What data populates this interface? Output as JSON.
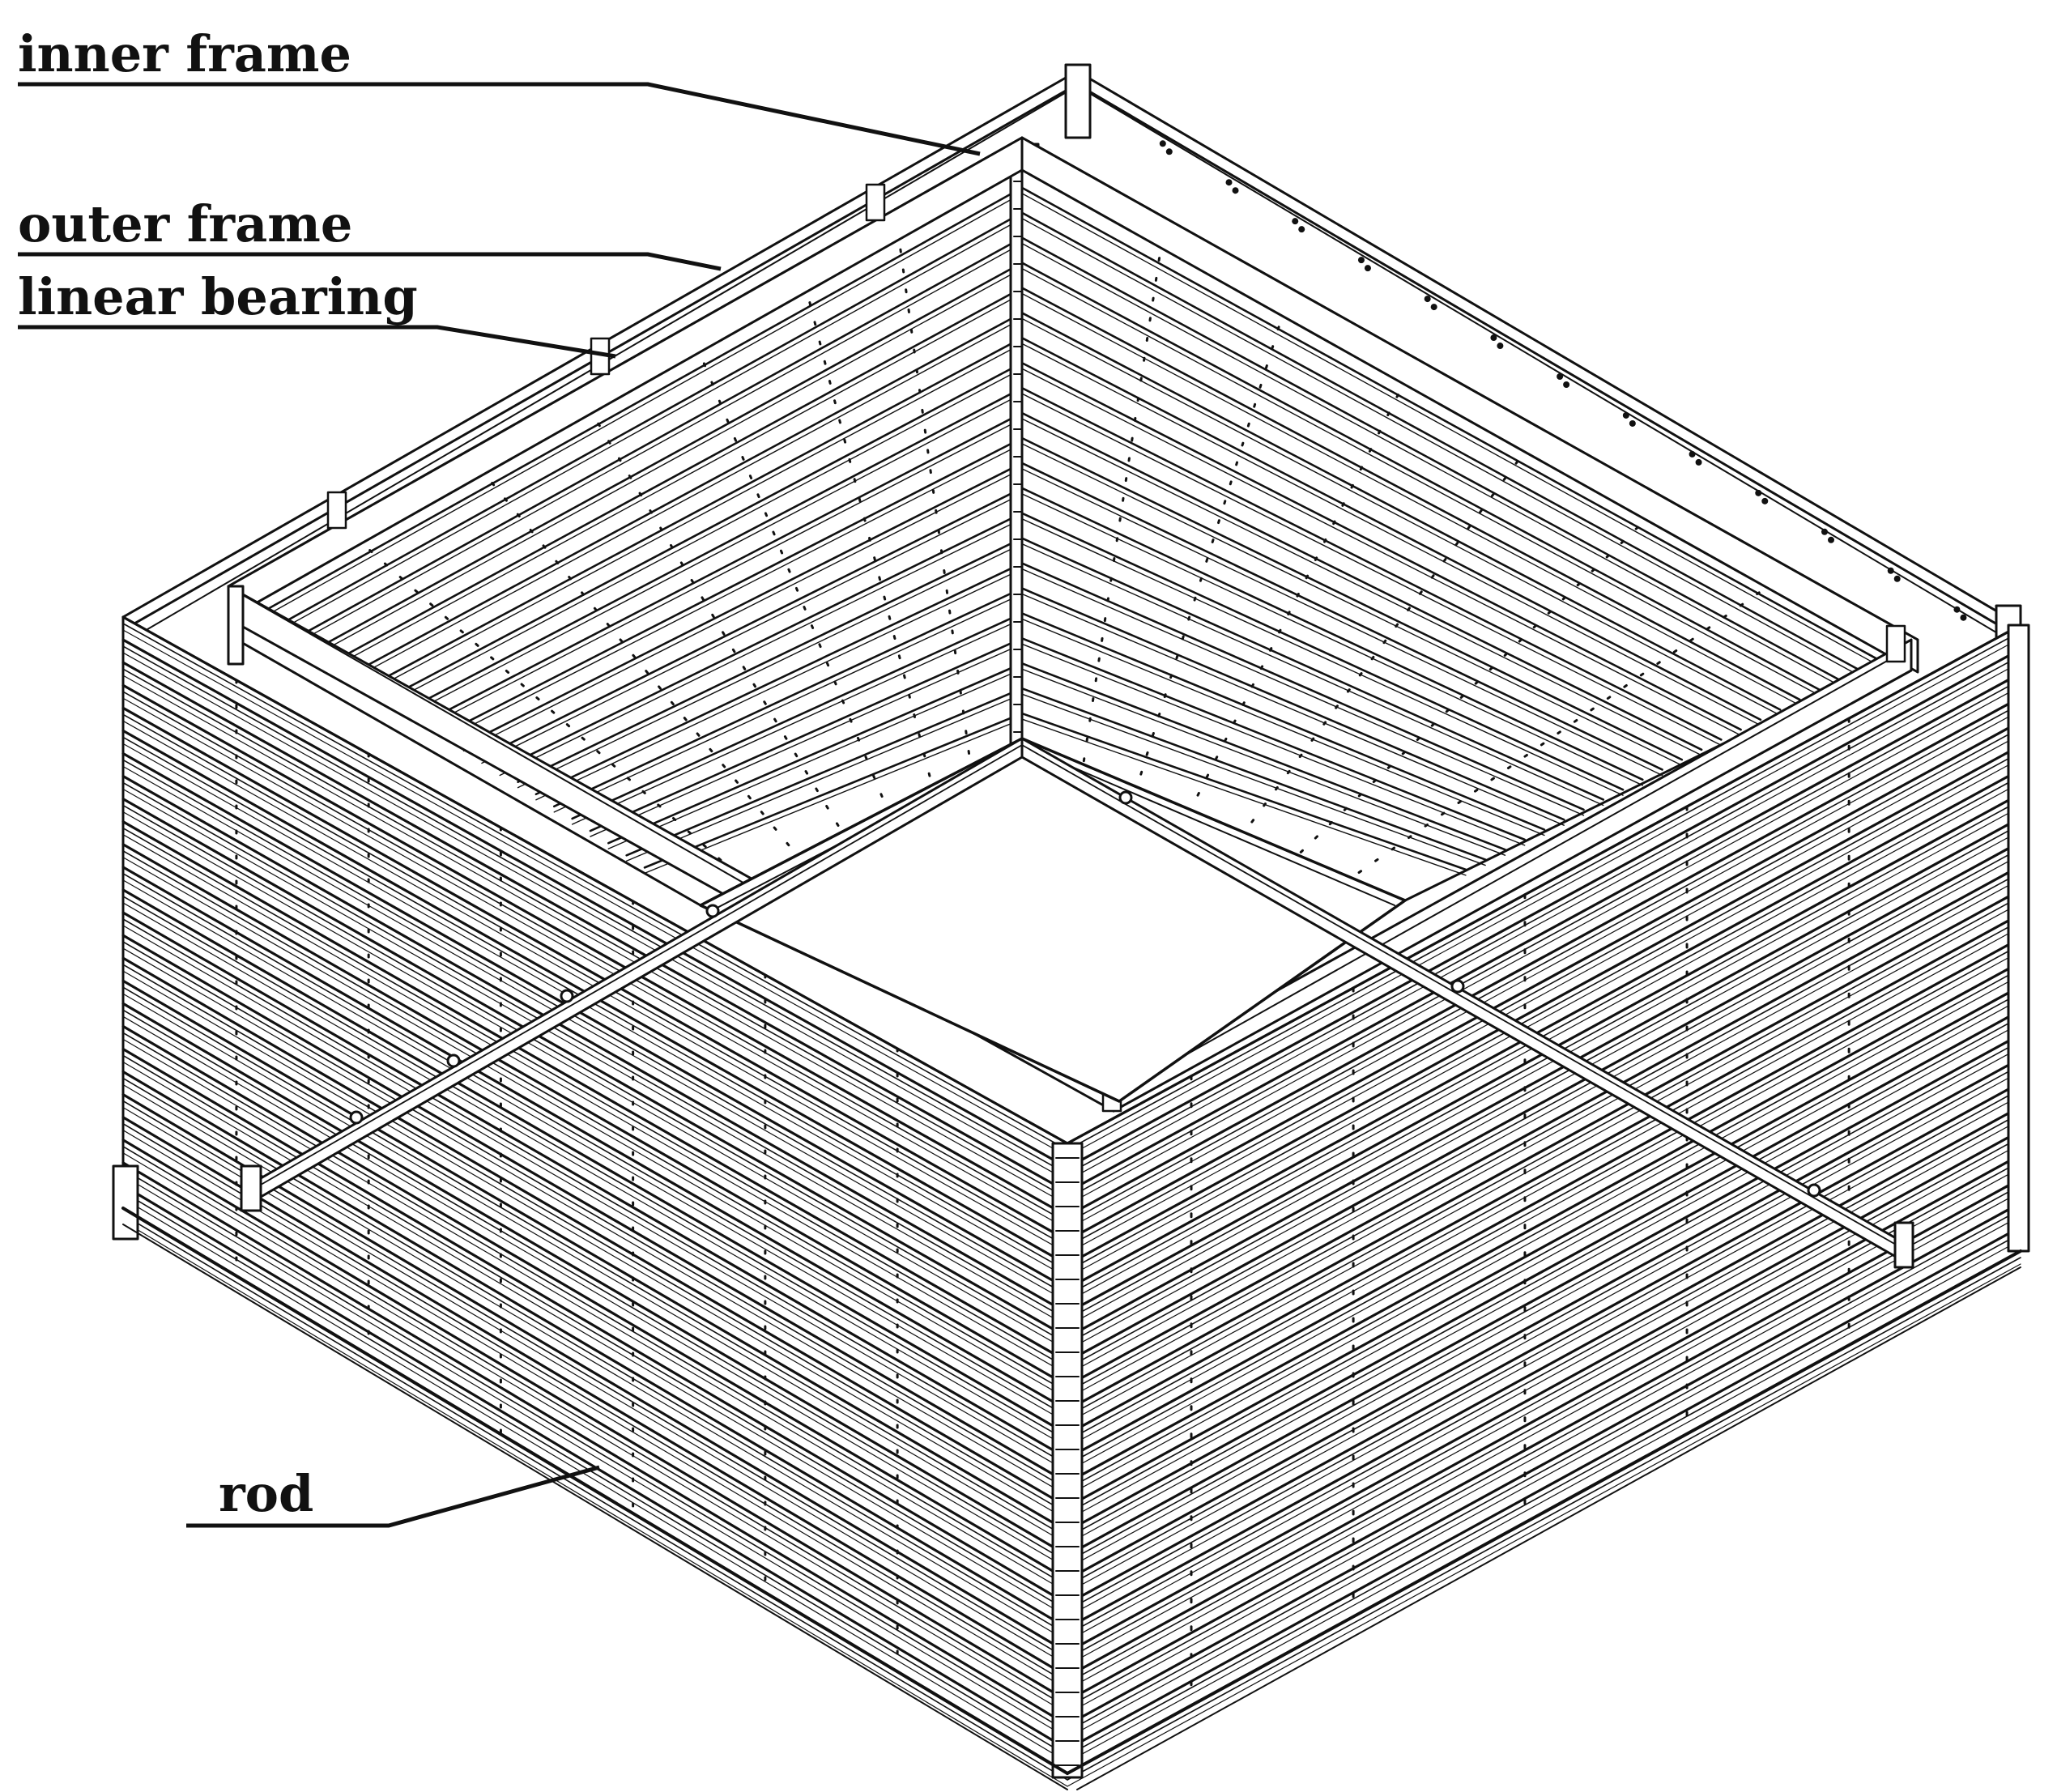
{
  "labels": {
    "inner_frame": "inner frame",
    "outer_frame": "outer frame",
    "linear_bearing": "linear bearing",
    "rod": "rod"
  },
  "style": {
    "line_color": "#111111",
    "panel_fill": "#ffffff"
  }
}
